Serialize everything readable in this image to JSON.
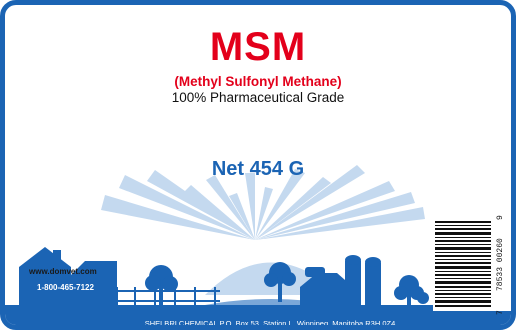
{
  "label": {
    "title": "MSM",
    "subtitle": "(Methyl Sulfonyl Methane)",
    "grade": "100% Pharmaceutical Grade",
    "net": "Net 454 G",
    "website": "www.domvet.com",
    "phone": "1-800-465-7122",
    "address": "SHELBRI CHEMICAL  P.O. Box 53, Station L,  Winnipeg, Manitoba  R3H 0Z4"
  },
  "barcode": {
    "digit_first": "7",
    "digits_middle": "78533 00260",
    "digit_last": "9"
  },
  "colors": {
    "title_red": "#e3001b",
    "brand_blue": "#1b64b4",
    "sky_blue": "#c4d9ef"
  }
}
